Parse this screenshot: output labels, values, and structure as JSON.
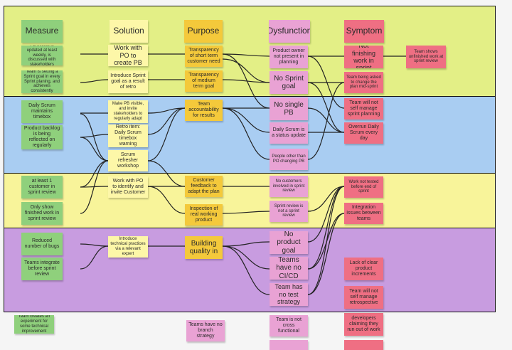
{
  "columns": [
    "Measure",
    "Solution",
    "Purpose",
    "Dysfunction",
    "Symptom"
  ],
  "colors": {
    "band_1": "#e3ef86",
    "band_2": "#a9cdf2",
    "band_3": "#f8f49a",
    "band_4": "#c89ce0",
    "measure_note": "#8fd07c",
    "solution_note": "#fdf7a8",
    "purpose_note": "#f4c93b",
    "dysfunction_note": "#e9a2d4",
    "symptom_note": "#ef6f83"
  },
  "notes": {
    "measure_1": "PB events is updated at least weekly, is discussed with stakeholders",
    "measure_2": "Team is setting a Sprint goal in every Sprint planing, and achieves consistently",
    "measure_3": "Daily Scrum maintains timebox",
    "measure_4": "Product backlog is being reflected on regularly",
    "measure_5": "at least 1 customer in sprint review",
    "measure_6": "Only show finished work in sprint review",
    "measure_7": "Reduced number of bugs",
    "measure_8": "Teams integrate before sprint review",
    "measure_9": "Team creates an experiment for some technical improvement",
    "solution_1": "Work with PO to create PB",
    "solution_2": "Introduce Sprint goal as a result of retro",
    "solution_3": "Make PB visible, and invite stakeholders to regularly adapt",
    "solution_4": "Retro item: Daily Scrum timebox warning",
    "solution_5": "Scrum refresher workshop",
    "solution_6": "Work with PO to identify and invite Customer",
    "solution_7": "Introduce technical practices via a relevant expert",
    "purpose_1": "Transparency of short term customer need",
    "purpose_2": "Transparency of medium term goal",
    "purpose_3": "Team accountability for results",
    "purpose_4": "Customer feedback to adapt the plan",
    "purpose_5": "Inspection of real working product",
    "purpose_6": "Building quality in",
    "purpose_7": "Teams have no branch strategy",
    "dysfunction_1": "Product owner not present in planning",
    "dysfunction_2": "No Sprint goal",
    "dysfunction_3": "No single PB",
    "dysfunction_4": "Daily Scrum is a status update",
    "dysfunction_5": "People other than PO changing PB",
    "dysfunction_6": "No customers involved in sprint review",
    "dysfunction_7": "Sprint review is not a sprint review",
    "dysfunction_8": "No product goal",
    "dysfunction_9": "Teams have no CI/CD",
    "dysfunction_10": "Team has no test strategy",
    "dysfunction_11": "Team is not cross functional",
    "symptom_1": "Not finishing work in sprint",
    "symptom_2": "Team shows unfinished work at sprint review",
    "symptom_3": "Team being asked to change the plan mid-sprint",
    "symptom_4": "Team will not self manage sprint planning",
    "symptom_5": "Overrun Daily Scrum every day",
    "symptom_6": "Work not tested before end of sprint",
    "symptom_7": "Integration issues between teams",
    "symptom_8": "Lack of clear product increments",
    "symptom_9": "Team will not self manage retrospective",
    "symptom_10": "developers claiming they run out of work"
  }
}
